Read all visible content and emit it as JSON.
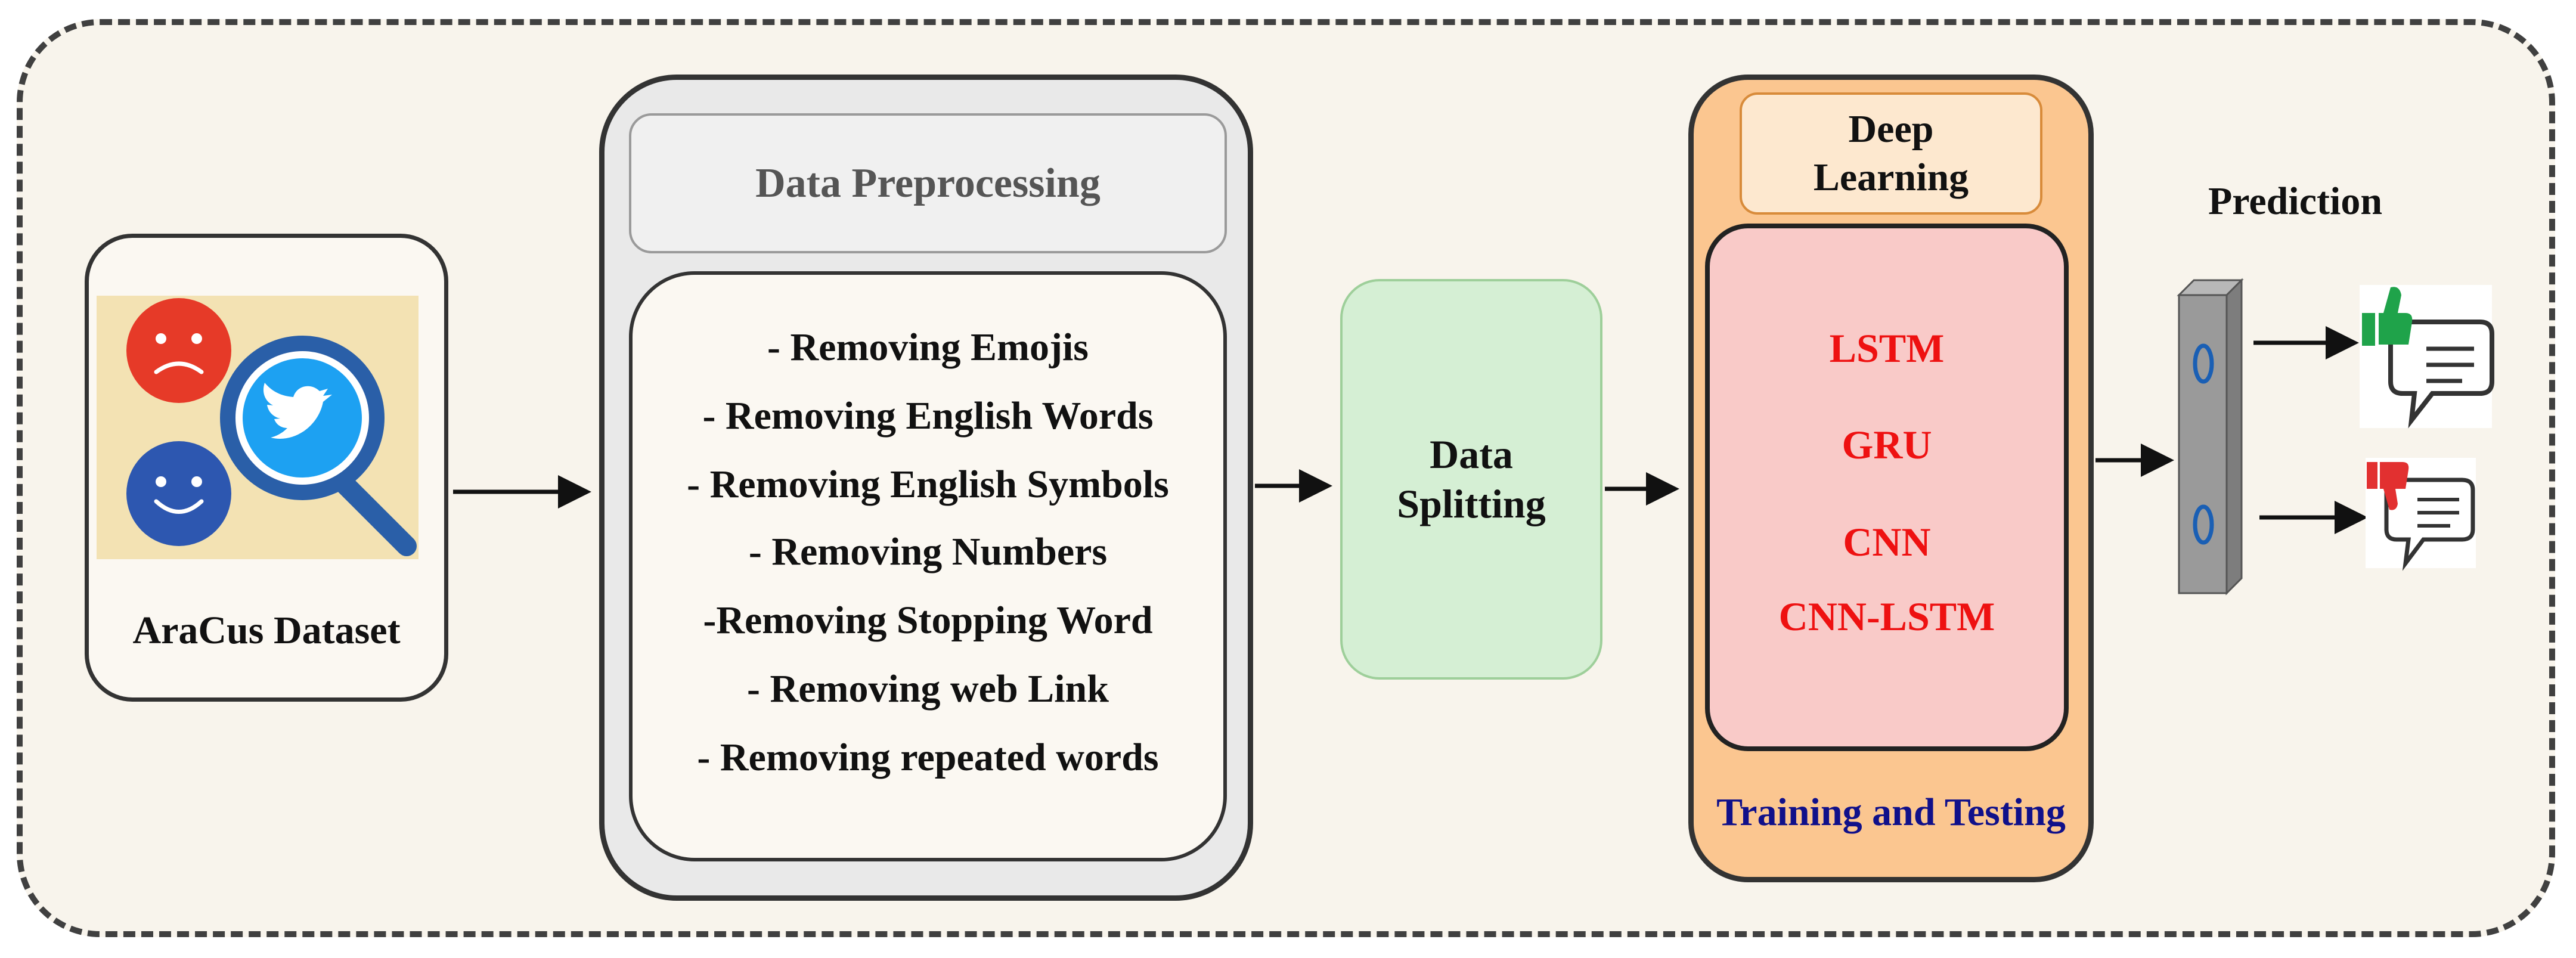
{
  "dataset": {
    "label": "AraCus Dataset",
    "icons": [
      "sad-face-icon",
      "happy-face-icon",
      "magnifier-twitter-icon"
    ],
    "colors": {
      "sad": "#e63a28",
      "happy": "#2d57b0",
      "twitter": "#1da1f2",
      "background": "#f3e2b3"
    }
  },
  "preprocessing": {
    "title": "Data Preprocessing",
    "steps": [
      "- Removing Emojis",
      "- Removing English Words",
      "- Removing English Symbols",
      "- Removing Numbers",
      "-Removing Stopping Word",
      "- Removing web Link",
      "- Removing repeated words"
    ]
  },
  "splitting": {
    "line1": "Data",
    "line2": "Splitting",
    "color": "#d5efd4"
  },
  "deep_learning": {
    "title_line1": "Deep",
    "title_line2": "Learning",
    "models": [
      "LSTM",
      "GRU",
      "CNN",
      "CNN-LSTM"
    ],
    "footer": "Training and Testing",
    "colors": {
      "box": "#fbc690",
      "inner": "#f9cac8",
      "model_text": "#ee1111",
      "footer_text": "#10108a"
    }
  },
  "prediction": {
    "title": "Prediction",
    "nodes": [
      "0",
      "0"
    ],
    "outputs": [
      "thumbs-up-chat-icon",
      "thumbs-down-chat-icon"
    ],
    "colors": {
      "positive": "#1fa34a",
      "negative": "#e23030",
      "node": "#1a5fb4"
    }
  }
}
